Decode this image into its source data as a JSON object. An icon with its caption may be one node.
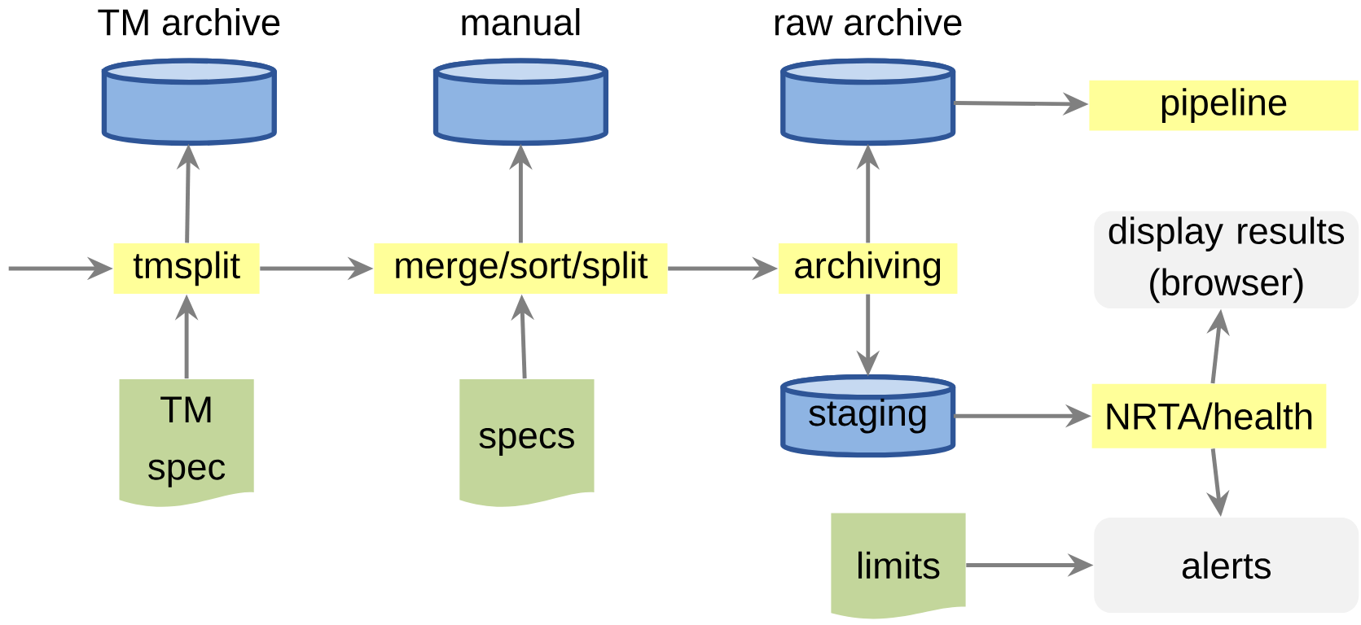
{
  "diagram": {
    "nodes": [
      {
        "text": [
          "TM archive"
        ]
      },
      {
        "text": [
          "manual"
        ]
      },
      {
        "text": [
          "raw archive"
        ]
      },
      {
        "text": [
          "pipeline"
        ]
      },
      {
        "text": [
          "tmsplit"
        ]
      },
      {
        "text": [
          "merge/sort/split"
        ]
      },
      {
        "text": [
          "archiving"
        ]
      },
      {
        "text": [
          "display results (browser)"
        ]
      },
      {
        "text": [
          "staging"
        ]
      },
      {
        "text": [
          "NRTA/health"
        ]
      },
      {
        "text": [
          "TM spec"
        ]
      },
      {
        "text": [
          "specs"
        ]
      },
      {
        "text": [
          "limits"
        ]
      },
      {
        "text": [
          "alerts"
        ]
      }
    ],
    "edges": [
      {
        "from": null,
        "to": 4,
        "arrow": "to"
      },
      {
        "from": 4,
        "to": 0,
        "arrow": "to"
      },
      {
        "from": 10,
        "to": 4,
        "arrow": "to"
      },
      {
        "from": 4,
        "to": 5,
        "arrow": "to"
      },
      {
        "from": 11,
        "to": 5,
        "arrow": "to"
      },
      {
        "from": 5,
        "to": 1,
        "arrow": "to"
      },
      {
        "from": 5,
        "to": 6,
        "arrow": "to"
      },
      {
        "from": 6,
        "to": 2,
        "arrow": "to"
      },
      {
        "from": 6,
        "to": 8,
        "arrow": "to"
      },
      {
        "from": 2,
        "to": 3,
        "arrow": "to"
      },
      {
        "from": 8,
        "to": 9,
        "arrow": "to"
      },
      {
        "from": 9,
        "to": 7,
        "arrow": "to"
      },
      {
        "from": 9,
        "to": 13,
        "arrow": "to"
      },
      {
        "from": 12,
        "to": 13,
        "arrow": "to"
      }
    ]
  }
}
